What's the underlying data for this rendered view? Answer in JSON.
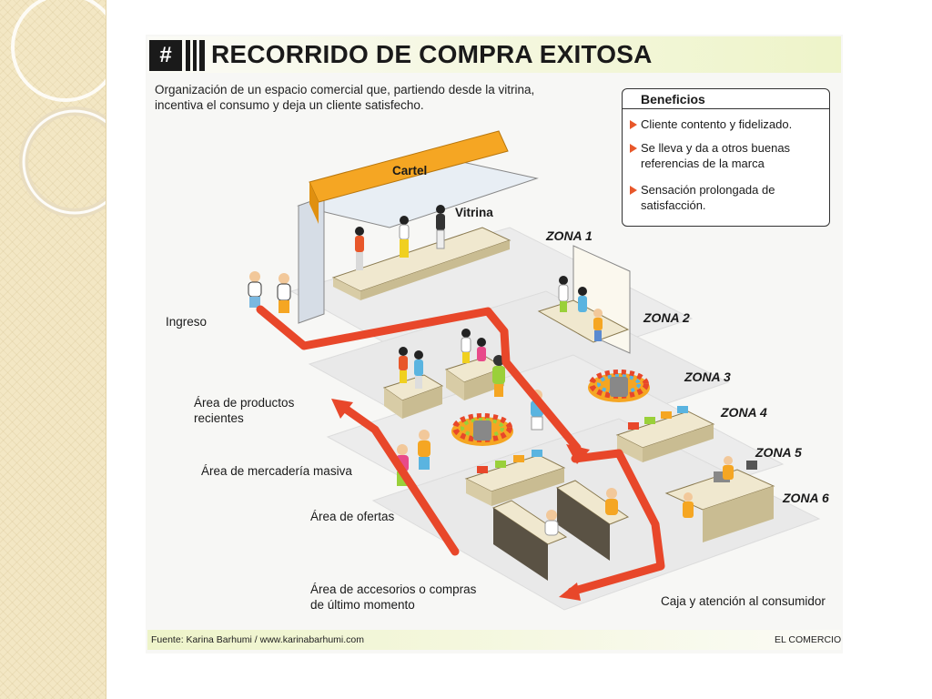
{
  "slide": {
    "accent_strip_color": "#f3e7c4"
  },
  "infographic": {
    "badge": "#",
    "title": "RECORRIDO DE COMPRA EXITOSA",
    "intro": "Organización de un espacio comercial que, partiendo desde la vitrina, incentiva el consumo y deja un cliente satisfecho.",
    "colors": {
      "path": "#e8472a",
      "sign": "#f5a623",
      "floor": "#ececec"
    },
    "benefits": {
      "title": "Beneficios",
      "items": [
        "Cliente contento y fidelizado.",
        "Se lleva y da a otros buenas referencias de la marca",
        "Sensación prolongada de satisfacción."
      ]
    },
    "labels": {
      "sign": "Cartel",
      "showcase": "Vitrina",
      "entrance": "Ingreso",
      "recent_products": "Área de productos recientes",
      "mass_merchandise": "Área de mercadería masiva",
      "offers": "Área de ofertas",
      "accessories": "Área de accesorios o compras de último momento",
      "checkout": "Caja y atención al consumidor"
    },
    "zones": [
      "ZONA 1",
      "ZONA 2",
      "ZONA 3",
      "ZONA 4",
      "ZONA 5",
      "ZONA 6"
    ],
    "source": "Fuente: Karina Barhumi / www.karinabarhumi.com",
    "publisher": "EL COMERCIO"
  }
}
